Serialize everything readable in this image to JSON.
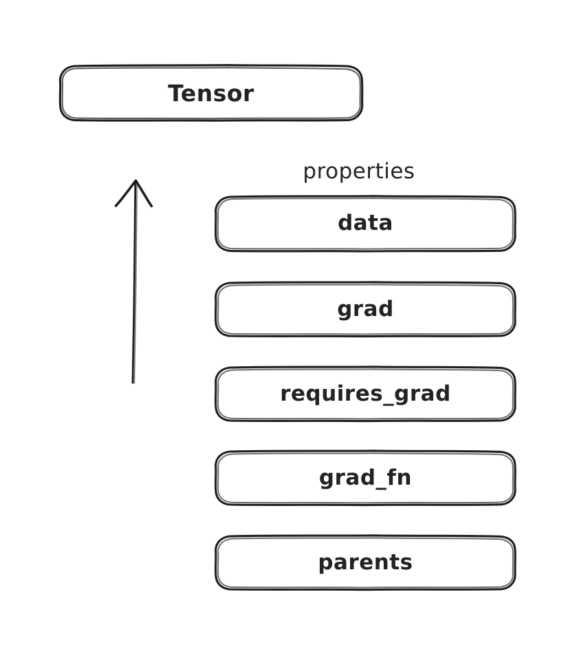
{
  "diagram": {
    "title_node": {
      "label": "Tensor"
    },
    "group_caption": "properties",
    "properties": [
      {
        "label": "data"
      },
      {
        "label": "grad"
      },
      {
        "label": "requires_grad"
      },
      {
        "label": "grad_fn"
      },
      {
        "label": "parents"
      }
    ],
    "arrow": {
      "name": "upward-arrow",
      "direction": "up"
    },
    "colors": {
      "background": "#ffffff",
      "stroke": "#1f1f1f",
      "text": "#232323",
      "node_fill": "#ffffff"
    }
  }
}
